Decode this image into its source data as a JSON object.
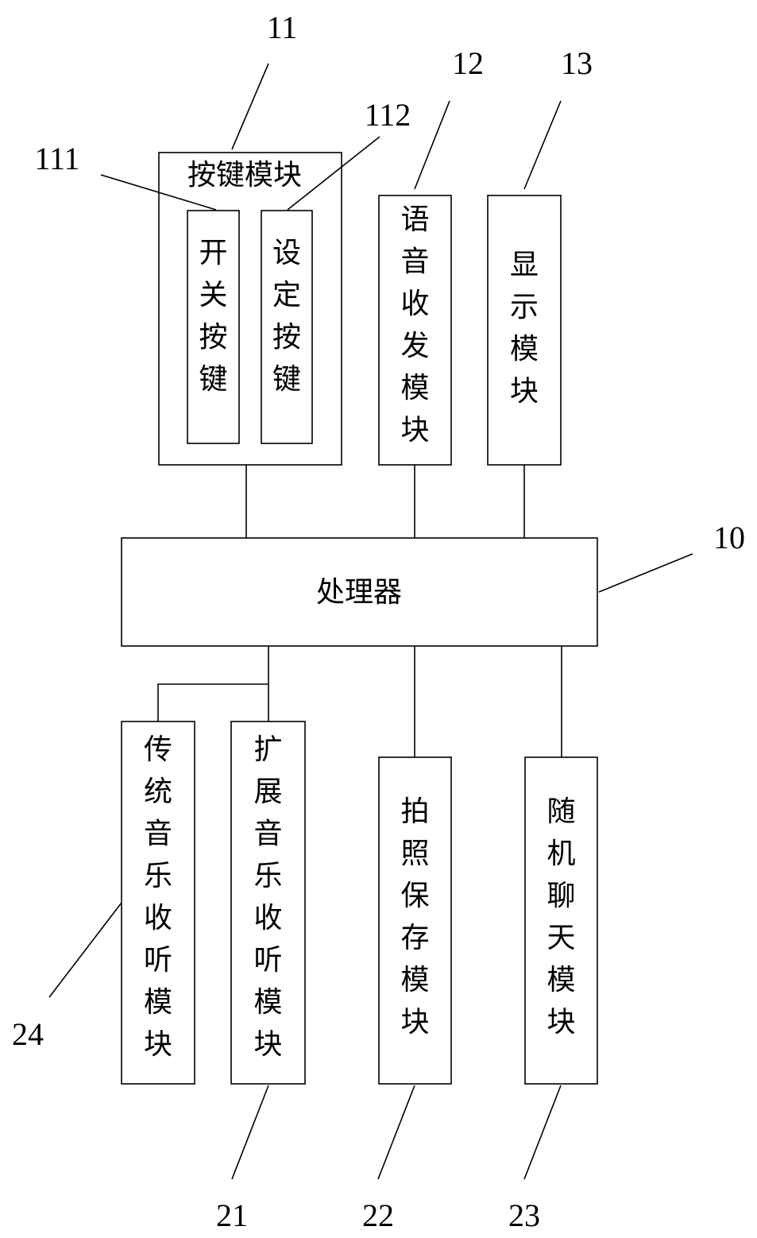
{
  "modules": {
    "keypad": {
      "number": "11",
      "label": "按键模块"
    },
    "power_key": {
      "number": "111",
      "label": "开关按键"
    },
    "setting_key": {
      "number": "112",
      "label": "设定按键"
    },
    "voice": {
      "number": "12",
      "label": "语音收发模块"
    },
    "display": {
      "number": "13",
      "label": "显示模块"
    },
    "processor": {
      "number": "10",
      "label": "处理器"
    },
    "ext_music": {
      "number": "21",
      "label": "扩展音乐收听模块"
    },
    "photo": {
      "number": "22",
      "label": "拍照保存模块"
    },
    "chat": {
      "number": "23",
      "label": "随机聊天模块"
    },
    "trad_music": {
      "number": "24",
      "label": "传统音乐收听模块"
    }
  }
}
